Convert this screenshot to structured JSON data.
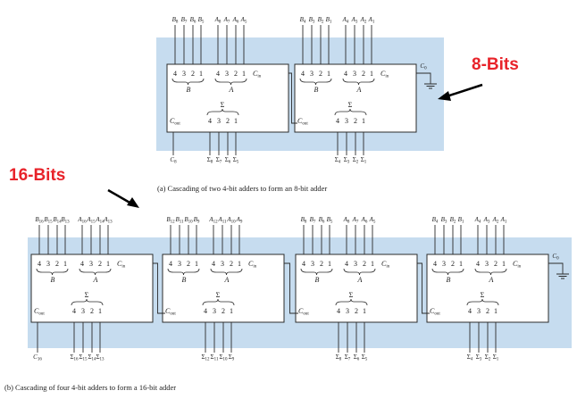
{
  "colors": {
    "panel": "#c6dcef",
    "callout": "#e8232a",
    "wire": "#2b2b2b"
  },
  "callouts": {
    "eight_bits": "8-Bits",
    "sixteen_bits": "16-Bits"
  },
  "captions": {
    "a": "(a) Cascading of two 4-bit adders to form an 8-bit adder",
    "b": "(b) Cascading of four 4-bit adders to form a 16-bit adder"
  },
  "chip": {
    "pins": [
      "4",
      "3",
      "2",
      "1"
    ],
    "b_label": "B",
    "a_label": "A",
    "sigma": "Σ",
    "cin": "C",
    "cin_sub": "in",
    "cout": "C",
    "cout_sub": "out"
  },
  "diagram_a": {
    "c0": "C0",
    "chips": [
      {
        "b_in": [
          "B8",
          "B7",
          "B6",
          "B5"
        ],
        "a_in": [
          "A8",
          "A7",
          "A6",
          "A5"
        ],
        "sum": [
          "Σ8",
          "Σ7",
          "Σ6",
          "Σ5"
        ],
        "carry_out": "C8"
      },
      {
        "b_in": [
          "B4",
          "B3",
          "B2",
          "B1"
        ],
        "a_in": [
          "A4",
          "A3",
          "A2",
          "A1"
        ],
        "sum": [
          "Σ4",
          "Σ3",
          "Σ2",
          "Σ1"
        ]
      }
    ]
  },
  "diagram_b": {
    "c0": "C0",
    "chips": [
      {
        "b_in": [
          "B16",
          "B15",
          "B14",
          "B13"
        ],
        "a_in": [
          "A16",
          "A15",
          "A14",
          "A13"
        ],
        "sum": [
          "Σ16",
          "Σ15",
          "Σ14",
          "Σ13"
        ],
        "carry_out": "C16"
      },
      {
        "b_in": [
          "B12",
          "B11",
          "B10",
          "B9"
        ],
        "a_in": [
          "A12",
          "A11",
          "A10",
          "A9"
        ],
        "sum": [
          "Σ12",
          "Σ11",
          "Σ10",
          "Σ9"
        ]
      },
      {
        "b_in": [
          "B8",
          "B7",
          "B6",
          "B5"
        ],
        "a_in": [
          "A8",
          "A7",
          "A6",
          "A5"
        ],
        "sum": [
          "Σ8",
          "Σ7",
          "Σ6",
          "Σ5"
        ]
      },
      {
        "b_in": [
          "B4",
          "B3",
          "B2",
          "B1"
        ],
        "a_in": [
          "A4",
          "A3",
          "A2",
          "A1"
        ],
        "sum": [
          "Σ4",
          "Σ3",
          "Σ2",
          "Σ1"
        ]
      }
    ]
  }
}
